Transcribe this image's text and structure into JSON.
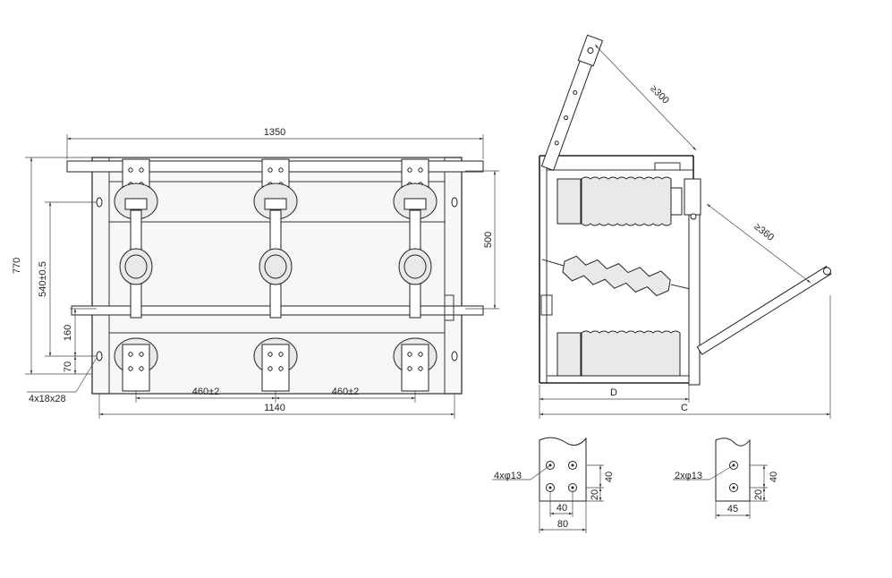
{
  "front_view": {
    "dims": {
      "overall_width": "1350",
      "overall_height": "770",
      "insulator_spacing": "540±0.5",
      "right_height": "500",
      "lower_offset": "160",
      "bottom_offset": "70",
      "mount_holes": "4x18x28",
      "phase_pitch_left": "460±2",
      "phase_pitch_right": "460±2",
      "base_width": "1140"
    }
  },
  "side_view": {
    "dims": {
      "arm_clearance_top": "≥300",
      "arm_clearance_right": "≥360",
      "depth_d": "D",
      "depth_c": "C"
    }
  },
  "terminal_4hole": {
    "holes_label": "4xφ13",
    "v_pitch": "40",
    "v_edge": "20",
    "h_pitch": "40",
    "width": "80"
  },
  "terminal_2hole": {
    "holes_label": "2xφ13",
    "v_pitch": "40",
    "v_edge": "20",
    "width": "45"
  }
}
